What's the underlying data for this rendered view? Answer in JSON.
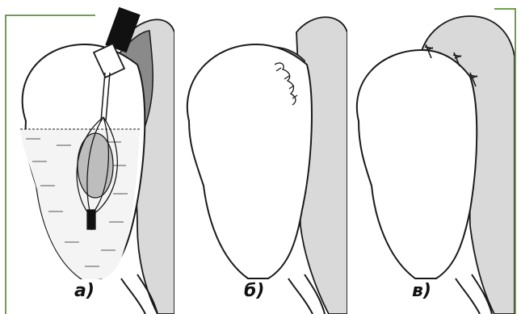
{
  "figure": {
    "panels": [
      {
        "id": "a",
        "caption": "а)"
      },
      {
        "id": "b",
        "caption": "б)"
      },
      {
        "id": "v",
        "caption": "в)"
      }
    ],
    "colors": {
      "frame": "#6f9e52",
      "stroke": "#1a1a1a",
      "tissue_light": "#d9d9d9",
      "tissue_dark": "#8a8a8a",
      "fluid": "#f4f4f4"
    },
    "icons": [
      "endoscope-icon",
      "stone-basket-icon",
      "suture-icon"
    ]
  }
}
